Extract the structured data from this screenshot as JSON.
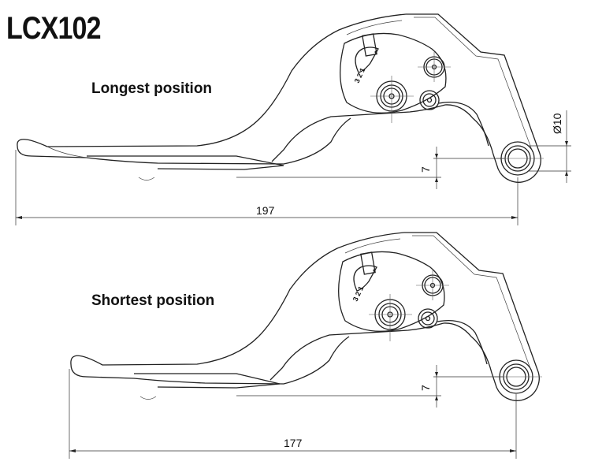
{
  "title": "LCX102",
  "longest": {
    "label": "Longest position",
    "length": "197",
    "offset": "7",
    "diameter": "Ø10",
    "scale": "3 2 1"
  },
  "shortest": {
    "label": "Shortest position",
    "length": "177",
    "offset": "7",
    "scale": "3 2 1"
  }
}
